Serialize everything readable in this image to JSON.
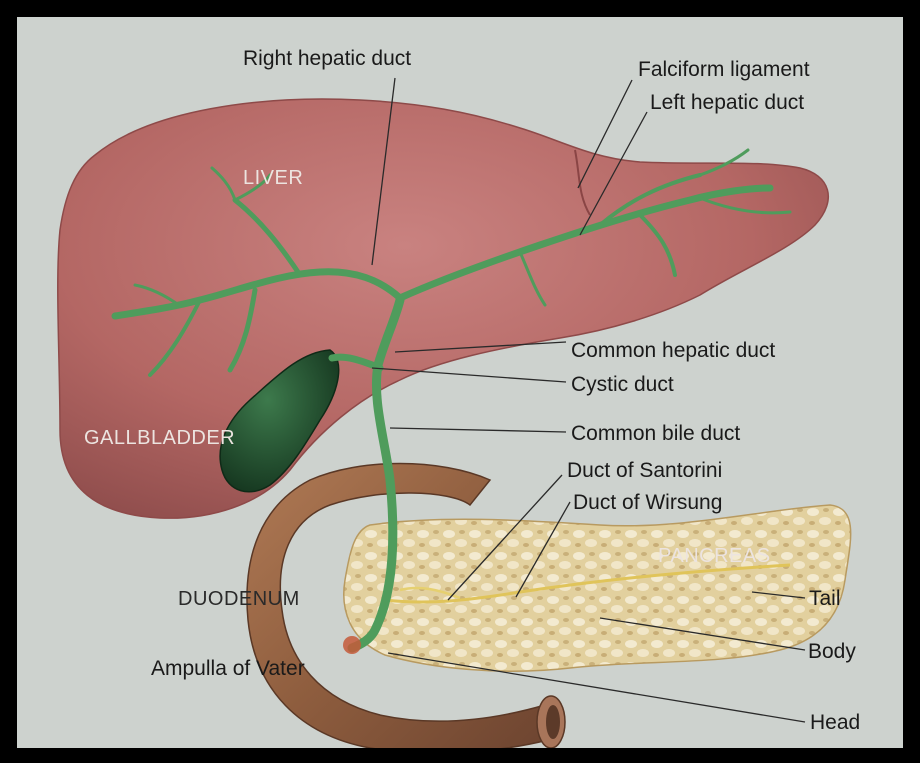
{
  "organs": {
    "liver": "LIVER",
    "gallbladder": "GALLBLADDER",
    "duodenum": "DUODENUM",
    "pancreas": "PANCREAS"
  },
  "labels": {
    "right_hepatic_duct": "Right hepatic duct",
    "falciform_ligament": "Falciform ligament",
    "left_hepatic_duct": "Left hepatic duct",
    "common_hepatic_duct": "Common hepatic duct",
    "cystic_duct": "Cystic duct",
    "common_bile_duct": "Common bile duct",
    "duct_of_santorini": "Duct of Santorini",
    "duct_of_wirsung": "Duct of Wirsung",
    "tail": "Tail",
    "body": "Body",
    "head": "Head",
    "ampulla_of_vater": "Ampulla of Vater"
  },
  "colors": {
    "liver": "#b86a68",
    "gallbladder": "#1f4a2c",
    "bile_ducts": "#4f9c5c",
    "duodenum": "#8a5a3c",
    "pancreas": "#d8c392",
    "background": "#cdd2ce",
    "frame": "#000000"
  }
}
